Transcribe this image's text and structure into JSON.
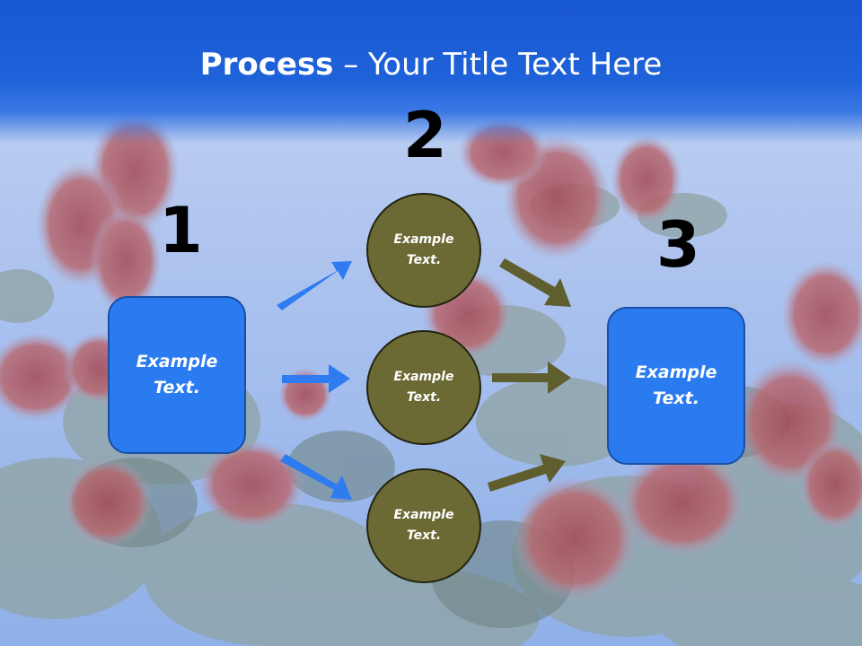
{
  "title": {
    "bold": "Process",
    "rest": " – Your Title Text Here"
  },
  "steps": {
    "one": "1",
    "two": "2",
    "three": "3"
  },
  "left_box": {
    "label": "Example Text."
  },
  "right_box": {
    "label": "Example Text."
  },
  "circles": [
    {
      "label": "Example Text."
    },
    {
      "label": "Example Text."
    },
    {
      "label": "Example Text."
    }
  ],
  "colors": {
    "header_blue": "#1e62da",
    "box_blue": "#2a7af0",
    "circle_olive": "#6b6a35",
    "arrow_blue": "#2e7cf0",
    "arrow_olive": "#5e5e2e"
  }
}
